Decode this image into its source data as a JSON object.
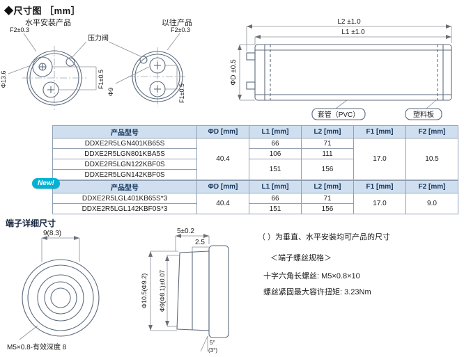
{
  "page": {
    "title": "◆尺寸图 ［mm］"
  },
  "topview": {
    "left_title": "水平安装产品",
    "right_title": "以往产品",
    "f2_left": "F2±0.3",
    "f2_right": "F2±0.3",
    "valve": "压力阀",
    "dia136": "Φ13.6",
    "dia9": "Φ9",
    "f1_left": "F1±0.5",
    "f1_right": "F1±0.5"
  },
  "sideview": {
    "l2": "L2 ±1.0",
    "l1": "L1 ±1.0",
    "diaD": "ΦD ±0.5",
    "sleeve": "套管（PVC）",
    "plate": "塑料板"
  },
  "table1": {
    "headers": [
      "产品型号",
      "ΦD [mm]",
      "L1 [mm]",
      "L2 [mm]",
      "F1 [mm]",
      "F2 [mm]"
    ],
    "models": [
      "DDXE2R5LGN401KB65S",
      "DDXE2R5LGN801KBA5S",
      "DDXE2R5LGN122KBF0S",
      "DDXE2R5LGN142KBF0S"
    ],
    "d": "40.4",
    "l1": [
      "66",
      "106",
      "151"
    ],
    "l2": [
      "71",
      "111",
      "156"
    ],
    "f1": "17.0",
    "f2": "10.5"
  },
  "table2": {
    "badge": "New!",
    "headers": [
      "产品型号",
      "ΦD [mm]",
      "L1 [mm]",
      "L2 [mm]",
      "F1 [mm]",
      "F2 [mm]"
    ],
    "models": [
      "DDXE2R5LGL401KB65S*3",
      "DDXE2R5LGL142KBF0S*3"
    ],
    "d": "40.4",
    "l1": [
      "66",
      "151"
    ],
    "l2": [
      "71",
      "156"
    ],
    "f1": "17.0",
    "f2": "9.0"
  },
  "terminal": {
    "heading": "端子详细尺寸",
    "dim9": "9(8.3)",
    "thread": "M5×0.8-有效深度 8",
    "dim5": "5±0.2",
    "dim25": "2.5",
    "dia105": "Φ10.5(Φ9.2)",
    "dia9a": "Φ9(Φ8.1)±0.07",
    "angle1": "5°",
    "angle2": "(3°)"
  },
  "notes": {
    "paren": "（ ）为垂直、水平安装均可产品的尺寸",
    "spec_title": "＜端子螺丝规格＞",
    "spec1": "十字六角长螺丝: M5×0.8×10",
    "spec2": "螺丝紧固最大容许扭矩: 3.23Nm"
  }
}
